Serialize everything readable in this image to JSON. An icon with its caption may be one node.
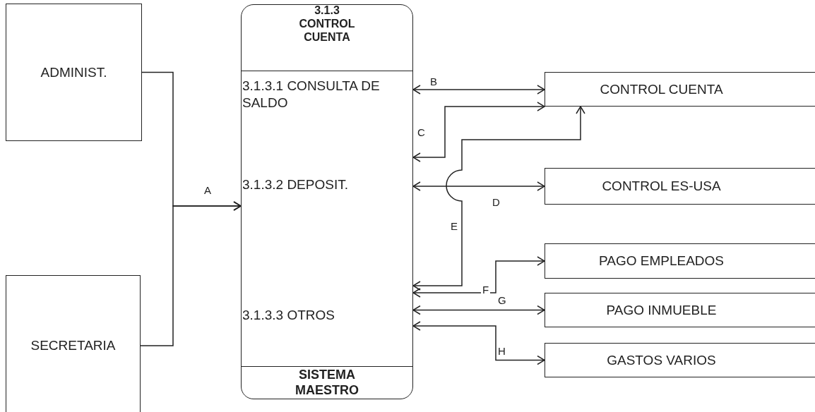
{
  "diagram": {
    "nodes": [
      {
        "text": [
          "ADMINIST."
        ]
      },
      {
        "text": [
          "SECRETARIA"
        ]
      },
      {
        "text": [
          "3.1.3 CONTROL CUENTA",
          "3.1.3.1 CONSULTA DE SALDO",
          "3.1.3.2 DEPOSIT.",
          "3.1.3.3 OTROS",
          "SISTEMA MAESTRO"
        ]
      },
      {
        "text": [
          "CONTROL CUENTA"
        ]
      },
      {
        "text": [
          "CONTROL ES-USA"
        ]
      },
      {
        "text": [
          "PAGO EMPLEADOS"
        ]
      },
      {
        "text": [
          "PAGO INMUEBLE"
        ]
      },
      {
        "text": [
          "GASTOS VARIOS"
        ]
      }
    ],
    "edges": [
      {
        "from": 0,
        "to": 2,
        "arrow": "to",
        "label": "A"
      },
      {
        "from": 1,
        "to": 2,
        "arrow": "to"
      },
      {
        "from": 2,
        "to": 3,
        "arrow": "both",
        "label": "B"
      },
      {
        "from": 2,
        "to": 3,
        "arrow": "both",
        "label": "C"
      },
      {
        "from": 2,
        "to": 4,
        "arrow": "both",
        "label": "D"
      },
      {
        "from": 2,
        "to": 3,
        "arrow": "both",
        "label": "E"
      },
      {
        "from": 2,
        "to": 5,
        "arrow": "both",
        "label": "F"
      },
      {
        "from": 2,
        "to": 6,
        "arrow": "both",
        "label": "G"
      },
      {
        "from": 2,
        "to": 7,
        "arrow": "both",
        "label": "H"
      }
    ]
  }
}
